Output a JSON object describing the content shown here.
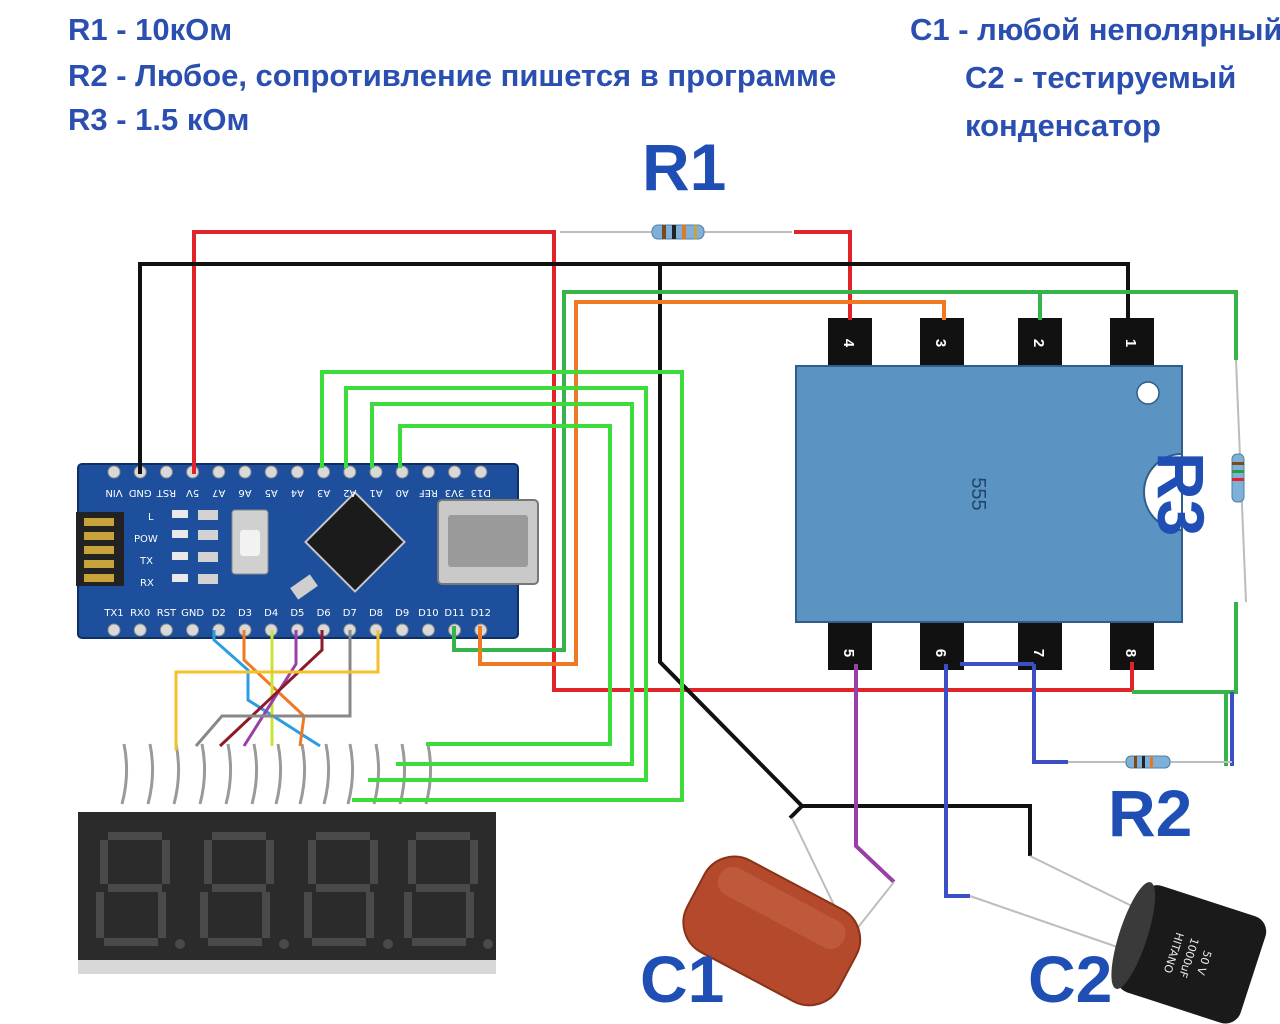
{
  "notes": {
    "r1": "R1 - 10кОм",
    "r2": "R2 - Любое, сопротивление пишется в программе",
    "r3": "R3 - 1.5 кОм",
    "c1": "C1 - любой неполярный",
    "c2_line1": "C2 - тестируемый",
    "c2_line2": "конденсатор"
  },
  "labels": {
    "r1": "R1",
    "r2": "R2",
    "r3": "R3",
    "c1": "C1",
    "c2": "C2"
  },
  "chip": {
    "name": "555",
    "pins_top": [
      "4",
      "3",
      "2",
      "1"
    ],
    "pins_bottom": [
      "5",
      "6",
      "7",
      "8"
    ]
  },
  "nano": {
    "top_pins": [
      "VIN",
      "GND",
      "RST",
      "5V",
      "A7",
      "A6",
      "A5",
      "A4",
      "A3",
      "A2",
      "A1",
      "A0",
      "REF",
      "3V3",
      "D13"
    ],
    "bottom_pins": [
      "TX1",
      "RX0",
      "RST",
      "GND",
      "D2",
      "D3",
      "D4",
      "D5",
      "D6",
      "D7",
      "D8",
      "D9",
      "D10",
      "D11",
      "D12"
    ],
    "leds": [
      "L",
      "POW",
      "TX",
      "RX"
    ]
  },
  "capacitor": {
    "brand": "HITANO",
    "rating": "1000uF",
    "voltage": "50 V"
  },
  "colors": {
    "label_blue": "#2a4fb0",
    "wire_red": "#e0242a",
    "wire_black": "#111111",
    "wire_green": "#36b34a",
    "wire_bright_green": "#3ddc3d",
    "wire_orange": "#f07a24",
    "wire_blue": "#3c4fc4",
    "wire_purple": "#9b3fa8",
    "chip_body": "#5b93c3"
  }
}
